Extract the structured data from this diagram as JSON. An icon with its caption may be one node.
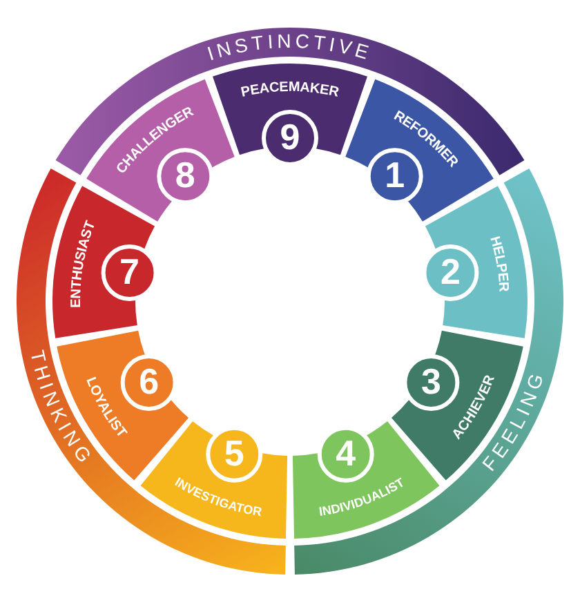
{
  "diagram": {
    "nodes": [
      {
        "text": [
          "INSTINCTIVE"
        ]
      },
      {
        "text": [
          "FEELING"
        ]
      },
      {
        "text": [
          "THINKING"
        ]
      },
      {
        "text": [
          "PEACEMAKER",
          "9"
        ]
      },
      {
        "text": [
          "REFORMER",
          "1"
        ]
      },
      {
        "text": [
          "2",
          "HELPER"
        ]
      },
      {
        "text": [
          "3",
          "ACHIEVER"
        ]
      },
      {
        "text": [
          "4",
          "INDIVIDUALIST"
        ]
      },
      {
        "text": [
          "5",
          "INVESTIGATOR"
        ]
      },
      {
        "text": [
          "LOYALIST",
          "6"
        ]
      },
      {
        "text": [
          "ENTHUSIAST",
          "7"
        ]
      },
      {
        "text": [
          "CHALLENGER",
          "8"
        ]
      }
    ]
  }
}
